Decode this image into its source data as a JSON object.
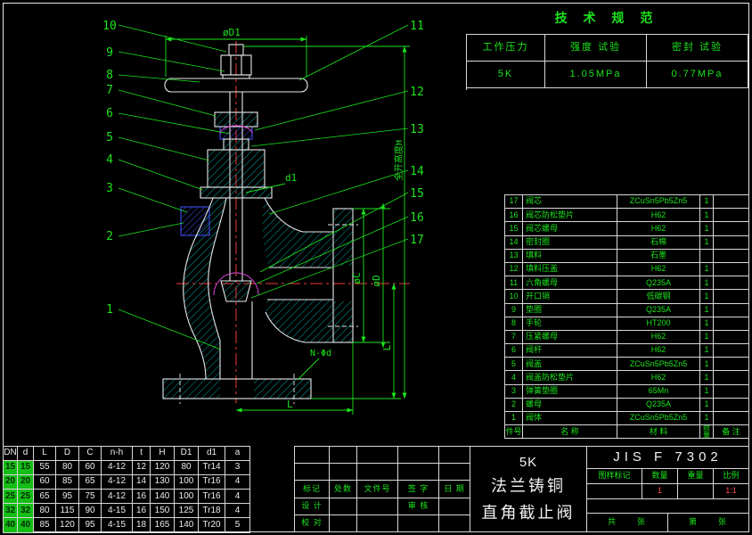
{
  "colors": {
    "background": "#000000",
    "outline_white": "#e8e8e8",
    "line_green": "#1ce41c",
    "hatch_cyan": "#00b9b9",
    "centerline_red": "#ef3b3b",
    "detail_blue": "#4553ff",
    "detail_magenta": "#e04ae0",
    "highlight_green_bg": "#15bd15",
    "value_red": "#ff5050"
  },
  "tech_spec": {
    "title": "技 术 规 范",
    "col_headers": [
      "工作压力",
      "强度 试验",
      "密封 试验"
    ],
    "values": [
      "5K",
      "1.05MPa",
      "0.77MPa"
    ]
  },
  "parts_list": {
    "rows": [
      {
        "no": "17",
        "name": "阀芯",
        "material": "ZCuSn5Pb5Zn5",
        "qty": "1",
        "note": ""
      },
      {
        "no": "16",
        "name": "阀芯防松垫片",
        "material": "H62",
        "qty": "1",
        "note": ""
      },
      {
        "no": "15",
        "name": "阀芯螺母",
        "material": "H62",
        "qty": "1",
        "note": ""
      },
      {
        "no": "14",
        "name": "密封圈",
        "material": "石棉",
        "qty": "1",
        "note": ""
      },
      {
        "no": "13",
        "name": "填料",
        "material": "石墨",
        "qty": "",
        "note": ""
      },
      {
        "no": "12",
        "name": "填料压盖",
        "material": "H62",
        "qty": "1",
        "note": ""
      },
      {
        "no": "11",
        "name": "六角螺母",
        "material": "Q235A",
        "qty": "1",
        "note": ""
      },
      {
        "no": "10",
        "name": "开口销",
        "material": "低碳钢",
        "qty": "1",
        "note": ""
      },
      {
        "no": "9",
        "name": "垫圈",
        "material": "Q235A",
        "qty": "1",
        "note": ""
      },
      {
        "no": "8",
        "name": "手轮",
        "material": "HT200",
        "qty": "1",
        "note": ""
      },
      {
        "no": "7",
        "name": "压紧螺母",
        "material": "H62",
        "qty": "1",
        "note": ""
      },
      {
        "no": "6",
        "name": "阀杆",
        "material": "H62",
        "qty": "1",
        "note": ""
      },
      {
        "no": "5",
        "name": "阀盖",
        "material": "ZCuSn5Pb5Zn5",
        "qty": "1",
        "note": ""
      },
      {
        "no": "4",
        "name": "阀盖防松垫片",
        "material": "H62",
        "qty": "1",
        "note": ""
      },
      {
        "no": "3",
        "name": "弹簧垫圈",
        "material": "65Mn",
        "qty": "1",
        "note": ""
      },
      {
        "no": "2",
        "name": "螺母",
        "material": "Q235A",
        "qty": "1",
        "note": ""
      },
      {
        "no": "1",
        "name": "阀体",
        "material": "ZCuSn5Pb5Zn5",
        "qty": "1",
        "note": ""
      }
    ],
    "footer": {
      "no": "件号",
      "name": "名 称",
      "material": "材 料",
      "qty": "数量",
      "note": "备 注"
    }
  },
  "dim_table": {
    "headers": [
      "DN",
      "d",
      "L",
      "D",
      "C",
      "n-h",
      "t",
      "H",
      "D1",
      "d1",
      "a"
    ],
    "rows": [
      [
        "15",
        "15",
        "55",
        "80",
        "60",
        "4-12",
        "12",
        "120",
        "80",
        "Tr14",
        "3"
      ],
      [
        "20",
        "20",
        "60",
        "85",
        "65",
        "4-12",
        "14",
        "130",
        "100",
        "Tr16",
        "4"
      ],
      [
        "25",
        "25",
        "65",
        "95",
        "75",
        "4-12",
        "16",
        "140",
        "100",
        "Tr16",
        "4"
      ],
      [
        "32",
        "32",
        "80",
        "115",
        "90",
        "4-15",
        "16",
        "150",
        "125",
        "Tr18",
        "4"
      ],
      [
        "40",
        "40",
        "85",
        "120",
        "95",
        "4-15",
        "18",
        "165",
        "140",
        "Tr20",
        "5"
      ]
    ]
  },
  "title_block": {
    "rev_headers": [
      "标记",
      "处数",
      "文件号",
      "签 字",
      "日 期"
    ],
    "row_design": "设 计",
    "row_check": "审 核",
    "row_proof": "校 对",
    "title_line1": "5K",
    "title_line2": "法兰铸铜",
    "title_line3": "直角截止阀",
    "standard": "JIS F 7302",
    "meta_headers": [
      "图样标记",
      "数量",
      "重量",
      "比例"
    ],
    "meta_values": [
      "",
      "1",
      "",
      "1:1"
    ],
    "sheet_total": "共　　张",
    "sheet_no": "第　　张"
  },
  "drawing": {
    "callouts_left": [
      "10",
      "9",
      "8",
      "7",
      "6",
      "5",
      "4",
      "3",
      "2",
      "1"
    ],
    "callouts_right": [
      "11",
      "12",
      "13",
      "14",
      "15",
      "16",
      "17"
    ],
    "labels": {
      "d1_top": "øD1",
      "d1_small": "d1",
      "c": "øC",
      "d": "øD",
      "l_bottom": "L",
      "l_right": "L",
      "open_height": "全开高度H",
      "bolt_note": "N-Φd"
    }
  }
}
